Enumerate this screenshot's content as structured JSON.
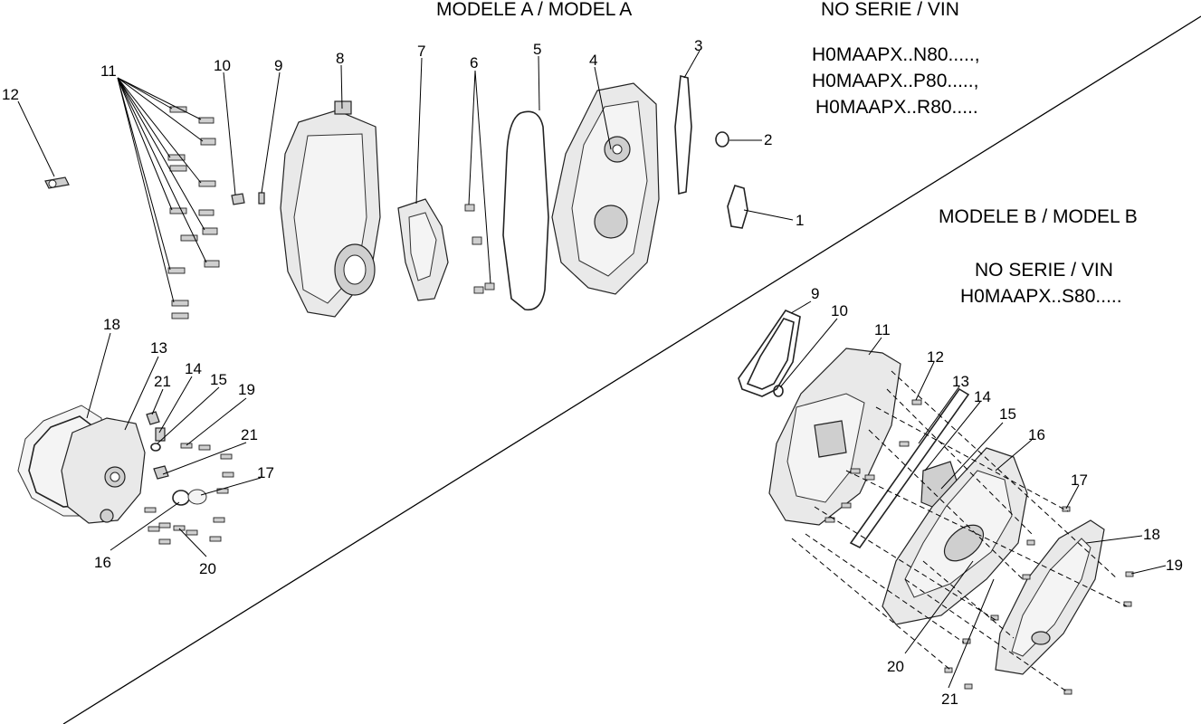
{
  "model_a": {
    "title": "MODELE A / MODEL A",
    "vin_label": "NO SERIE / VIN",
    "vin_lines": [
      "H0MAAPX..N80.....,",
      "H0MAAPX..P80.....,",
      "H0MAAPX..R80....."
    ],
    "callouts": [
      "1",
      "2",
      "3",
      "4",
      "5",
      "6",
      "7",
      "8",
      "9",
      "10",
      "11",
      "12"
    ]
  },
  "model_b": {
    "title": "MODELE B / MODEL B",
    "vin_label": "NO SERIE / VIN",
    "vin_lines": [
      "H0MAAPX..S80....."
    ],
    "callouts": [
      "9",
      "10",
      "11",
      "12",
      "13",
      "14",
      "15",
      "16",
      "17",
      "18",
      "19",
      "20",
      "21"
    ]
  },
  "lower_left": {
    "callouts": [
      "13",
      "14",
      "15",
      "16",
      "17",
      "18",
      "19",
      "20",
      "21",
      "21"
    ]
  }
}
